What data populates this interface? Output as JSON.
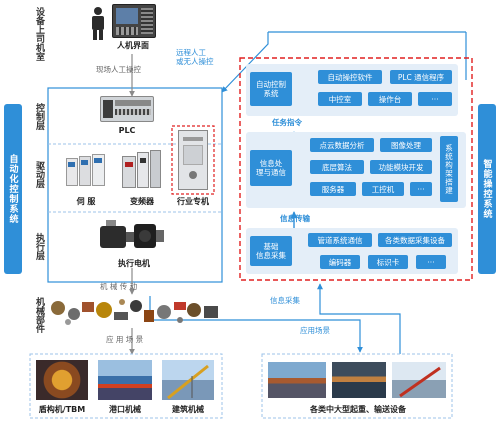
{
  "left_side": {
    "title": "自动化控制系统",
    "equipment_room": "设备上司机室",
    "control_layer": "控制层",
    "drive_layer": "驱动层",
    "exec_layer": "执行层",
    "mech_parts": "机械部件"
  },
  "right_side": {
    "title": "智能操控系统"
  },
  "devices": {
    "hmi": "人机界面",
    "plc": "PLC",
    "servo": "伺 服",
    "inverter": "变频器",
    "industry_pc": "行业专机",
    "motor": "执行电机"
  },
  "flows": {
    "manual_op": "现场人工操控",
    "remote_op": "远程人工\n或无人操控",
    "mech_transmission": "机 械 传 动",
    "app_scene_left": "应 用 场 景",
    "app_scene_right": "应用场景",
    "task_cmd": "任务指令",
    "info_transfer": "信息传输",
    "info_collect": "信息采集"
  },
  "smart_system": {
    "row1": {
      "main": "自动控制\n系统",
      "items": [
        "自动操控软件",
        "PLC 通信程序",
        "中控室",
        "操作台",
        "···"
      ]
    },
    "row2": {
      "main": "信息处\n理与通信",
      "items": [
        "点云数据分析",
        "图像处理",
        "底层算法",
        "功能模块开发",
        "服务器",
        "工控机",
        "···"
      ],
      "side": "系统构架搭建"
    },
    "row3": {
      "main": "基础\n信息采集",
      "items": [
        "管道系统通信",
        "各类数据采集设备",
        "编码器",
        "标识卡",
        "···"
      ]
    }
  },
  "applications": {
    "left": [
      "盾构机/TBM",
      "港口机械",
      "建筑机械"
    ],
    "right": "各类中大型起重、输送设备"
  },
  "colors": {
    "accent": "#2f8fd8",
    "panel": "#e4eef8",
    "dashed_red": "#e02020"
  }
}
